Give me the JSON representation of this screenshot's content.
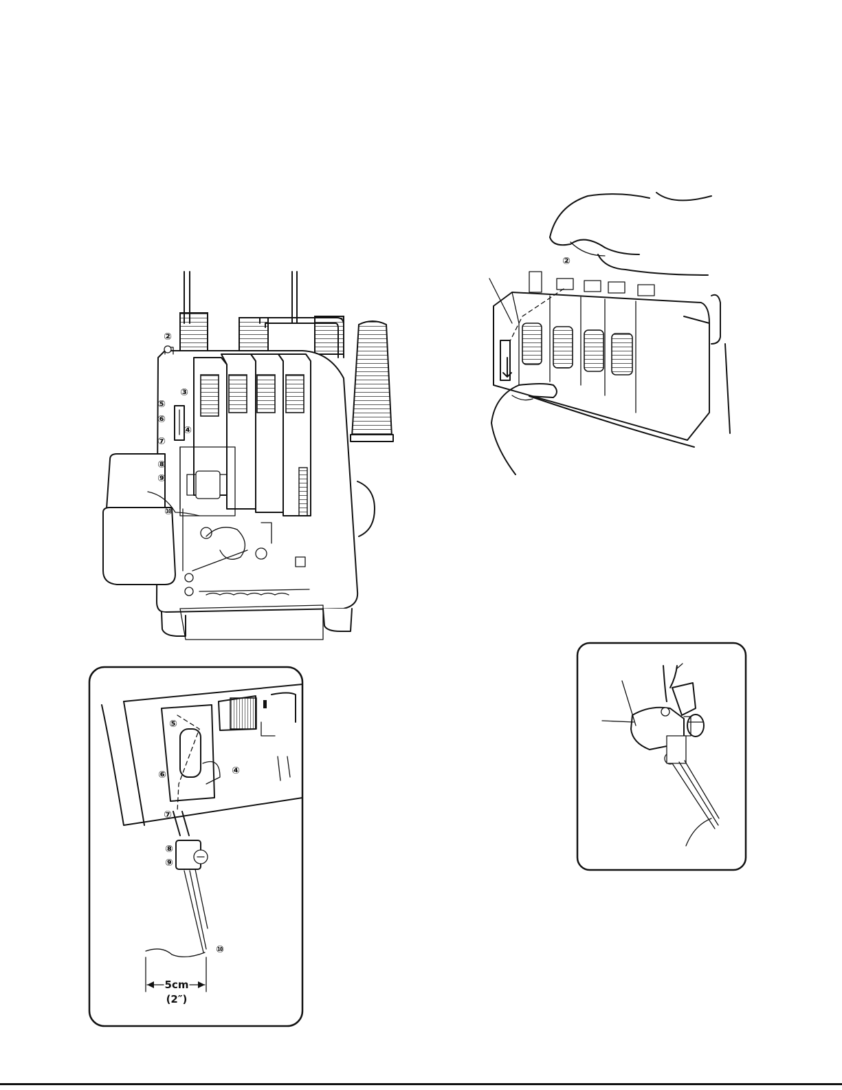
{
  "callouts": {
    "c2": "②",
    "c3": "③",
    "c4": "④",
    "c5": "⑤",
    "c6": "⑥",
    "c7": "⑦",
    "c8": "⑧",
    "c9": "⑨",
    "c10": "⑩"
  },
  "dimension": {
    "metric": "5cm",
    "imperial": "(2″)"
  },
  "colors": {
    "ink": "#111111",
    "paper": "#ffffff"
  }
}
